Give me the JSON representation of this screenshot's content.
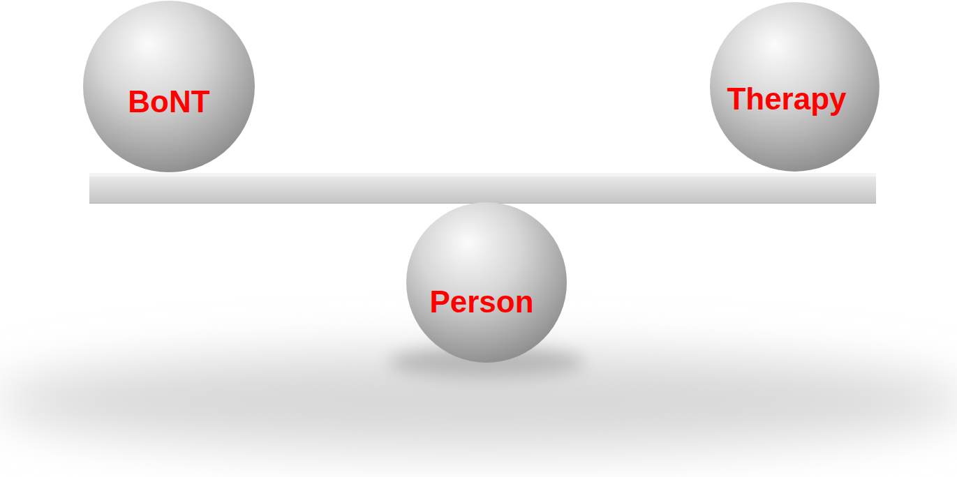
{
  "diagram": {
    "nodes": [
      {
        "text": [
          "BoNT"
        ]
      },
      {
        "text": [
          "Therapy"
        ]
      },
      {
        "text": [
          "Person"
        ]
      }
    ]
  }
}
